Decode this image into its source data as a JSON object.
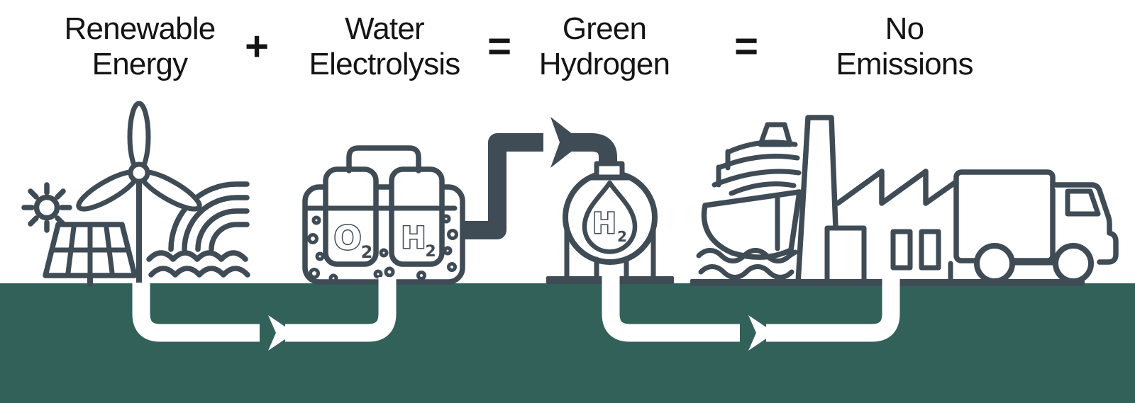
{
  "palette": {
    "ink": "#3f4b55",
    "teal": "#32615a",
    "text": "#141414",
    "background": "#ffffff"
  },
  "equation": {
    "term1": {
      "line1": "Renewable",
      "line2": "Energy"
    },
    "op1": "+",
    "term2": {
      "line1": "Water",
      "line2": "Electrolysis"
    },
    "op2": "=",
    "term3": {
      "line1": "Green",
      "line2": "Hydrogen"
    },
    "op3": "=",
    "term4": {
      "line1": "No",
      "line2": "Emissions"
    }
  },
  "labels": {
    "electrolyzer_oxygen": {
      "symbol": "O",
      "subscript": "2"
    },
    "electrolyzer_hydrogen": {
      "symbol": "H",
      "subscript": "2"
    },
    "tank_hydrogen": {
      "symbol": "H",
      "subscript": "2"
    }
  }
}
